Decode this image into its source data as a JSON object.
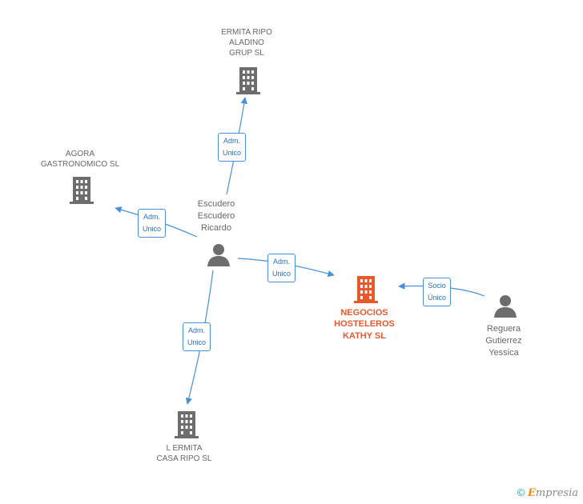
{
  "nodes": {
    "ermita_ripo_aladino": {
      "label": "ERMITA RIPO\nALADINO\nGRUP  SL",
      "kind": "company"
    },
    "agora": {
      "label": "AGORA\nGASTRONOMICO SL",
      "kind": "company"
    },
    "escudero": {
      "label": "Escudero\nEscudero\nRicardo",
      "kind": "person"
    },
    "negocios": {
      "label": "NEGOCIOS\nHOSTELEROS\nKATHY SL",
      "kind": "company",
      "focus": true
    },
    "reguera": {
      "label": "Reguera\nGutierrez\nYessica",
      "kind": "person"
    },
    "lermita": {
      "label": "L ERMITA\nCASA RIPO  SL",
      "kind": "company"
    }
  },
  "edges": [
    {
      "from": "escudero",
      "to": "ermita_ripo_aladino",
      "label": "Adm.\nUnico"
    },
    {
      "from": "escudero",
      "to": "agora",
      "label": "Adm.\nUnico"
    },
    {
      "from": "escudero",
      "to": "negocios",
      "label": "Adm.\nUnico"
    },
    {
      "from": "escudero",
      "to": "lermita",
      "label": "Adm.\nUnico"
    },
    {
      "from": "reguera",
      "to": "negocios",
      "label": "Socio\nÚnico"
    }
  ],
  "colors": {
    "edge": "#4a90d9",
    "company": "#6d6d6d",
    "focus": "#e8582b",
    "person": "#6d6d6d"
  },
  "footer": {
    "copyright_symbol": "©",
    "brand_initial": "E",
    "brand_rest": "mpresia"
  }
}
